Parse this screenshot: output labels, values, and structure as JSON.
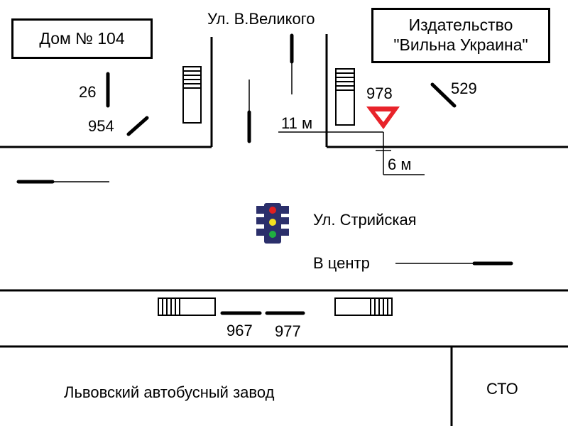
{
  "labels": {
    "house": "Дом № 104",
    "publisher_line1": "Издательство",
    "publisher_line2": "\"Вильна Украина\"",
    "street_v_velikogo": "Ул. В.Великого",
    "street_striyskaya": "Ул. Стрийская",
    "to_center": "В центр",
    "factory": "Львовский автобусный завод",
    "service_station": "СТО"
  },
  "vehicles": {
    "v26": "26",
    "v954": "954",
    "v978": "978",
    "v529": "529",
    "v967": "967",
    "v977": "977"
  },
  "measurements": {
    "distance_11m": "11 м",
    "distance_6m": "6 м"
  },
  "colors": {
    "lines": "#000000",
    "yield_sign": "#e8232a",
    "traffic_light_body": "#2b2f6b",
    "light_red": "#e02020",
    "light_yellow": "#f2e020",
    "light_green": "#20b040"
  }
}
